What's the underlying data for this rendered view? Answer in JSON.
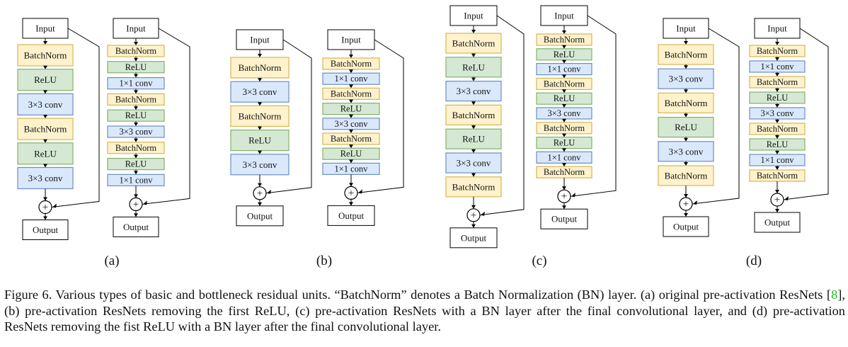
{
  "labels": {
    "input": "Input",
    "output": "Output",
    "bn": "BatchNorm",
    "relu": "ReLU",
    "conv3": "3×3 conv",
    "conv1": "1×1 conv",
    "plus": "+"
  },
  "subfigure_labels": [
    "(a)",
    "(b)",
    "(c)",
    "(d)"
  ],
  "units": [
    {
      "id": "a-basic",
      "layers": [
        "bn",
        "relu",
        "conv3",
        "bn",
        "relu",
        "conv3"
      ]
    },
    {
      "id": "a-bottleneck",
      "layers": [
        "bn",
        "relu",
        "conv1",
        "bn",
        "relu",
        "conv3",
        "bn",
        "relu",
        "conv1"
      ]
    },
    {
      "id": "b-basic",
      "layers": [
        "bn",
        "conv3",
        "bn",
        "relu",
        "conv3"
      ]
    },
    {
      "id": "b-bottleneck",
      "layers": [
        "bn",
        "conv1",
        "bn",
        "relu",
        "conv3",
        "bn",
        "relu",
        "conv1"
      ]
    },
    {
      "id": "c-basic",
      "layers": [
        "bn",
        "relu",
        "conv3",
        "bn",
        "relu",
        "conv3",
        "bn"
      ]
    },
    {
      "id": "c-bottleneck",
      "layers": [
        "bn",
        "relu",
        "conv1",
        "bn",
        "relu",
        "conv3",
        "bn",
        "relu",
        "conv1",
        "bn"
      ]
    },
    {
      "id": "d-basic",
      "layers": [
        "bn",
        "conv3",
        "bn",
        "relu",
        "conv3",
        "bn"
      ]
    },
    {
      "id": "d-bottleneck",
      "layers": [
        "bn",
        "conv1",
        "bn",
        "relu",
        "conv3",
        "bn",
        "relu",
        "conv1",
        "bn"
      ]
    }
  ],
  "colors": {
    "bn_fill": "#fff2cc",
    "bn_stroke": "#d6b656",
    "relu_fill": "#d5e8d4",
    "relu_stroke": "#82b366",
    "conv_fill": "#dae8fc",
    "conv_stroke": "#6c8ebf",
    "line": "#000000",
    "citation": "#22bb22"
  },
  "caption": {
    "part1": "Figure 6. Various types of basic and bottleneck residual units.  “BatchNorm” denotes a Batch Normalization (BN) layer.  (a) original pre-activation ResNets [",
    "cite": "8",
    "part2": "], (b) pre-activation ResNets removing the first ReLU, (c) pre-activation ResNets with a BN layer after the final convolutional layer, and (d) pre-activation ResNets removing the fist ReLU with a BN layer after the final convolutional layer."
  }
}
